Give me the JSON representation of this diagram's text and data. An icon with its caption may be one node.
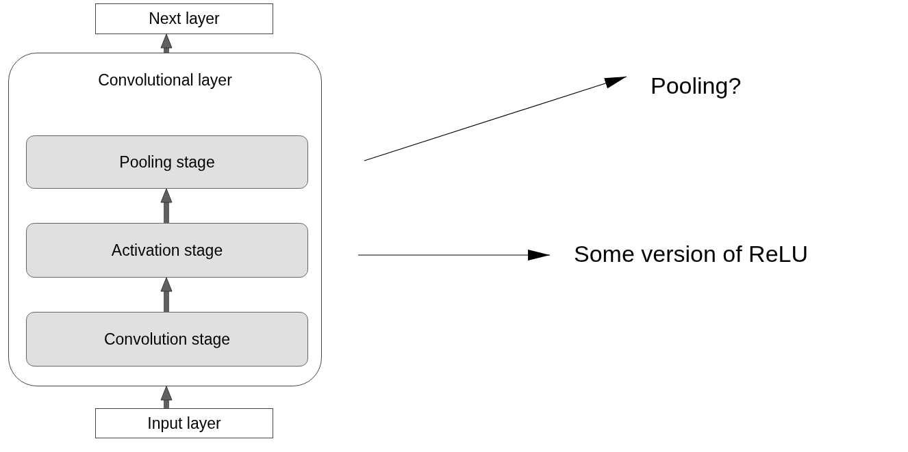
{
  "diagram": {
    "nodes": [
      {
        "text": [
          "Next layer"
        ]
      },
      {
        "text": [
          "Convolutional layer"
        ]
      },
      {
        "text": [
          "Pooling stage"
        ],
        "in": 1
      },
      {
        "text": [
          "Activation stage"
        ],
        "in": 1
      },
      {
        "text": [
          "Convolution stage"
        ],
        "in": 1
      },
      {
        "text": [
          "Input layer"
        ]
      },
      {
        "text": [
          "Pooling?"
        ]
      },
      {
        "text": [
          "Some version of ReLU"
        ]
      }
    ],
    "edges": [
      {
        "from": 5,
        "to": 1,
        "arrow": "to"
      },
      {
        "from": 4,
        "to": 3,
        "arrow": "to"
      },
      {
        "from": 3,
        "to": 2,
        "arrow": "to"
      },
      {
        "from": 1,
        "to": 0,
        "arrow": "to"
      },
      {
        "from": null,
        "to": 6,
        "arrow": "to",
        "color": "#000000"
      },
      {
        "from": null,
        "to": 7,
        "arrow": "to",
        "color": "#000000"
      }
    ]
  }
}
